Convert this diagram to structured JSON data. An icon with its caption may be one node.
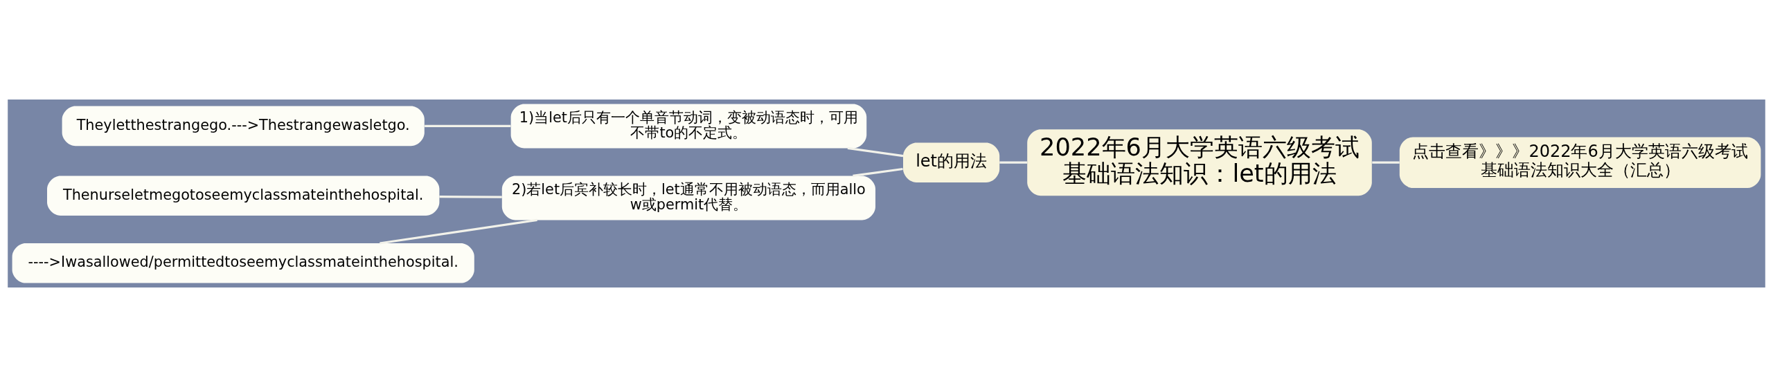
{
  "diagram": {
    "nodes": [
      {
        "text": [
          "2022年6月大学英语六级考试基础语法知识：let的用法"
        ]
      },
      {
        "text": [
          "let的用法"
        ]
      },
      {
        "text": [
          "点击查看》》》2022年6月大学英语六级考试基础语法知识大全（汇总）"
        ]
      },
      {
        "text": [
          "1)当let后只有一个单音节动词，变被动语态时，可用不带to的不定式。"
        ]
      },
      {
        "text": [
          "2)若let后宾补较长时，let通常不用被动语态，而用allow或permit代替。"
        ]
      },
      {
        "text": [
          "Theyletthestrangego.--->Thestrangewasletgo."
        ]
      },
      {
        "text": [
          "Thenurseletmegotoseemyclassmateinthehospital."
        ]
      },
      {
        "text": [
          "---->Iwasallowed/permittedtoseemyclassmateinthehospital."
        ]
      }
    ],
    "edges": [
      {
        "from": 0,
        "to": 1,
        "arrow": "none"
      },
      {
        "from": 0,
        "to": 2,
        "arrow": "none"
      },
      {
        "from": 1,
        "to": 3,
        "arrow": "none"
      },
      {
        "from": 1,
        "to": 4,
        "arrow": "none"
      },
      {
        "from": 3,
        "to": 5,
        "arrow": "none"
      },
      {
        "from": 4,
        "to": 6,
        "arrow": "none"
      },
      {
        "from": 4,
        "to": 7,
        "arrow": "none"
      }
    ]
  }
}
